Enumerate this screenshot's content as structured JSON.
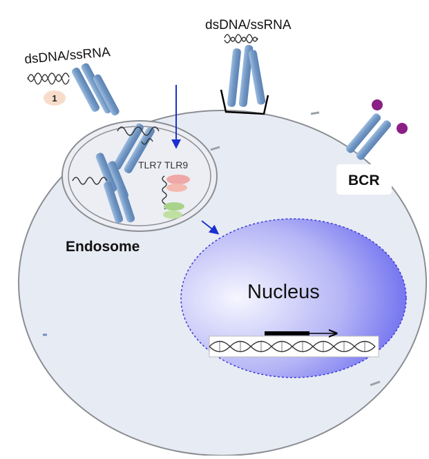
{
  "labels": {
    "dsdna_left": "dsDNA/ssRNA",
    "dsdna_top": "dsDNA/ssRNA",
    "step_number": "1",
    "tlr": "TLR7 TLR9",
    "endosome": "Endosome",
    "nucleus": "Nucleus",
    "bcr": "BCR"
  },
  "colors": {
    "cell_fill": "#e7ebf3",
    "cell_stroke": "#8a8d92",
    "receptor": "#7a9fc9",
    "receptor_dark": "#4f78a8",
    "nucleus_light": "#eeeeff",
    "nucleus_dark": "#6a6af0",
    "nucleus_border": "#3a3ad6",
    "arrow_blue": "#1a2fd0",
    "ligand_purple": "#8a1f86",
    "badge_fill": "#f8dccb",
    "pink_protein": "#f0a7a7",
    "green_protein": "#a9d38a"
  }
}
